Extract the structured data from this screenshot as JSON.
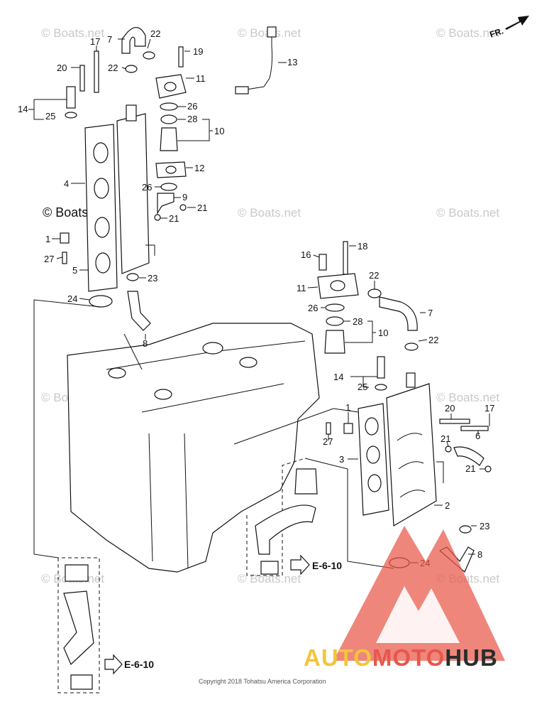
{
  "direction_label": "FR.",
  "copyright": "Copyright 2018 Tohatsu America Corporation",
  "watermark_text": "© Boats.net",
  "feature_watermark": "© Boats.net",
  "references": [
    "E-6-10",
    "E-6-10"
  ],
  "logo": {
    "part1": "AUTO",
    "part2": "MOTO",
    "part3": "HUB"
  },
  "callouts": {
    "c7a": "7",
    "c22a": "22",
    "c17a": "17",
    "c19a": "19",
    "c20a": "20",
    "c22b": "22",
    "c11a": "11",
    "c13": "13",
    "c14a": "14",
    "c25a": "25",
    "c26a": "26",
    "c28a": "28",
    "c10a": "10",
    "c4": "4",
    "c12": "12",
    "c26b": "26",
    "c9": "9",
    "c21a": "21",
    "c21b": "21",
    "c1a": "1",
    "c27a": "27",
    "c5": "5",
    "c23a": "23",
    "c24a": "24",
    "c8a": "8",
    "c16": "16",
    "c18": "18",
    "c11b": "11",
    "c22c": "22",
    "c7b": "7",
    "c26c": "26",
    "c28b": "28",
    "c10b": "10",
    "c22d": "22",
    "c14b": "14",
    "c25b": "25",
    "c1b": "1",
    "c20b": "20",
    "c17b": "17",
    "c27b": "27",
    "c6": "6",
    "c3": "3",
    "c21c": "21",
    "c21d": "21",
    "c2": "2",
    "c23b": "23",
    "c8b": "8",
    "c24b": "24"
  },
  "colors": {
    "logo_yellow": "#f2c53a",
    "logo_red": "#e8574a",
    "logo_dark": "#2c2c2c"
  }
}
